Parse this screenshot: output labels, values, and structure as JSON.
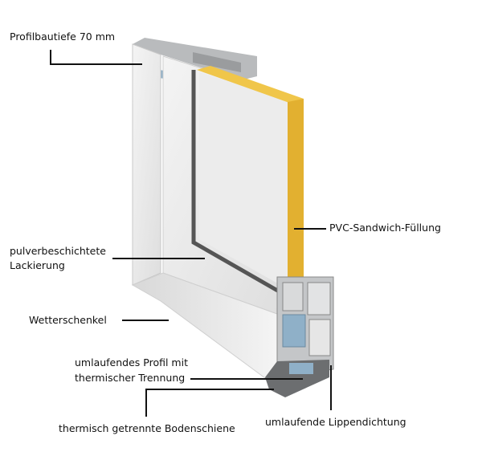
{
  "labels": {
    "profile_depth": "Profilbautiefe 70 mm",
    "sandwich_fill": "PVC-Sandwich-Füllung",
    "coating_line1": "pulverbeschichtete",
    "coating_line2": "Lackierung",
    "weather_bar": "Wetterschenkel",
    "thermal_profile_line1": "umlaufendes Profil mit",
    "thermal_profile_line2": "thermischer Trennung",
    "floor_rail": "thermisch getrennte Bodenschiene",
    "lip_seal": "umlaufende Lippendichtung"
  },
  "colors": {
    "insulation": "#e8b83a",
    "thermal_break": "#8fb0c8",
    "profile_gray": "#a7a9ab",
    "leader": "#111111"
  }
}
